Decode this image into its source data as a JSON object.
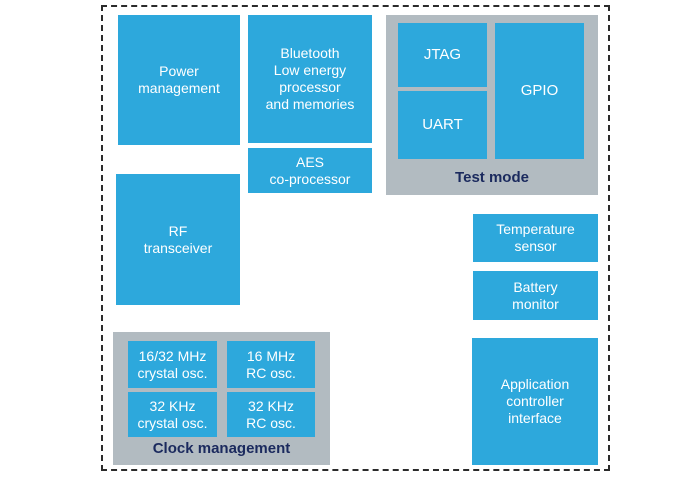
{
  "colors": {
    "block_blue": "#2DA8DC",
    "container_gray": "#B2BBC1",
    "label_navy": "#1B2A5E",
    "dash_black": "#2B2B2B",
    "background": "#FFFFFF",
    "block_text": "#FFFFFF"
  },
  "diagram": {
    "blocks": {
      "power_management": "Power\nmanagement",
      "bluetooth_processor": "Bluetooth\nLow energy\nprocessor\nand memories",
      "aes_coprocessor": "AES\nco-processor",
      "rf_transceiver": "RF\ntransceiver",
      "temperature_sensor": "Temperature\nsensor",
      "battery_monitor": "Battery\nmonitor",
      "application_controller_interface": "Application\ncontroller\ninterface"
    },
    "test_mode": {
      "label": "Test mode",
      "jtag": "JTAG",
      "uart": "UART",
      "gpio": "GPIO"
    },
    "clock_management": {
      "label": "Clock management",
      "osc_16_32_crystal": "16/32 MHz\ncrystal osc.",
      "osc_16_rc": "16 MHz\nRC osc.",
      "osc_32k_crystal": "32 KHz\ncrystal osc.",
      "osc_32k_rc": "32 KHz\nRC osc."
    }
  }
}
